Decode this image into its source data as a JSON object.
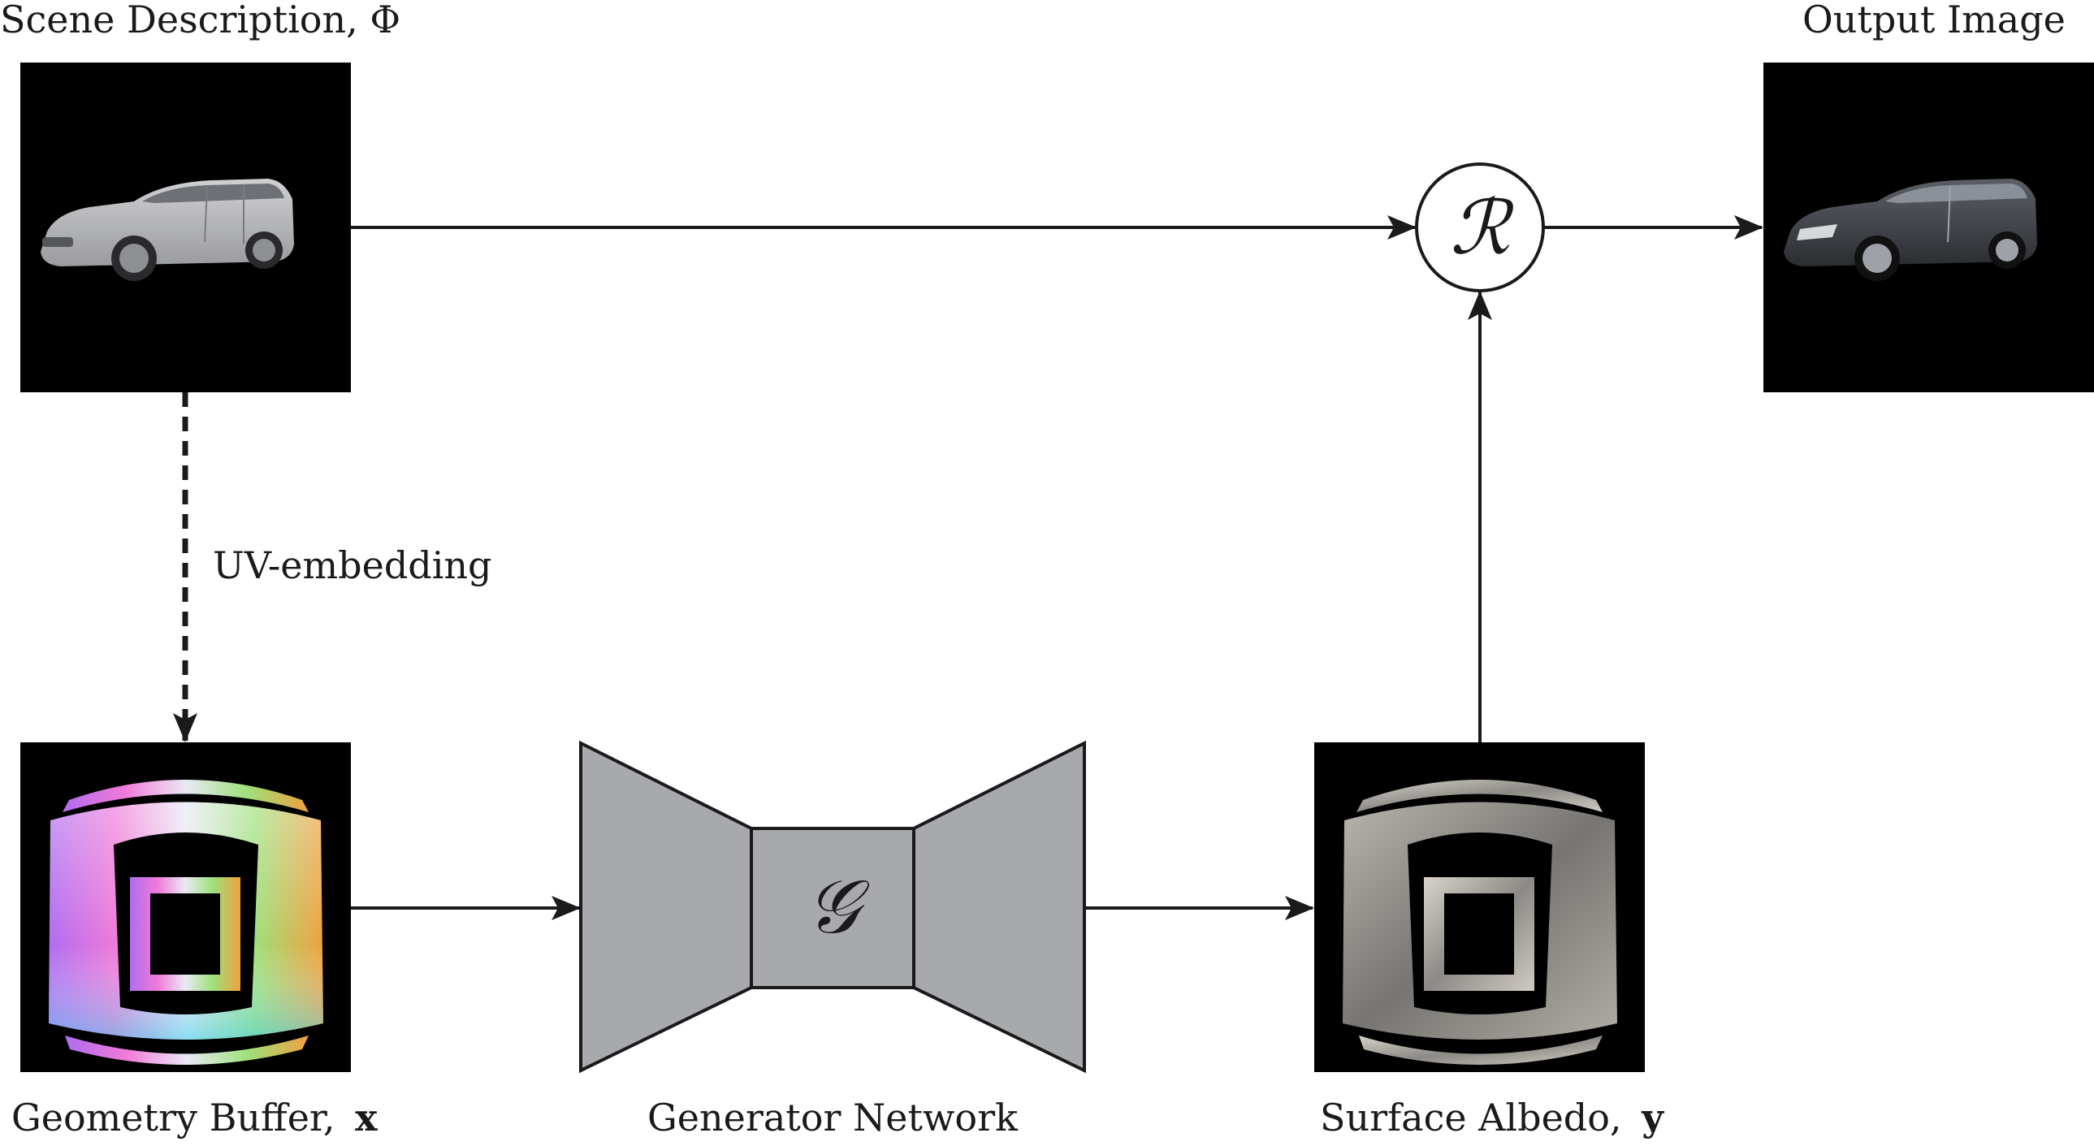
{
  "labels": {
    "scene": "Scene Description, Φ",
    "output": "Output Image",
    "uv": "UV-embedding",
    "geometry": "Geometry Buffer,",
    "geometry_var": "x",
    "generator": "Generator Network",
    "albedo": "Surface Albedo,",
    "albedo_var": "y"
  },
  "symbols": {
    "renderer": "ℛ",
    "generator": "𝒢"
  },
  "colors": {
    "panel_bg": "#000000",
    "network_fill": "#a8a9ad",
    "stroke": "#1a1a1a"
  }
}
